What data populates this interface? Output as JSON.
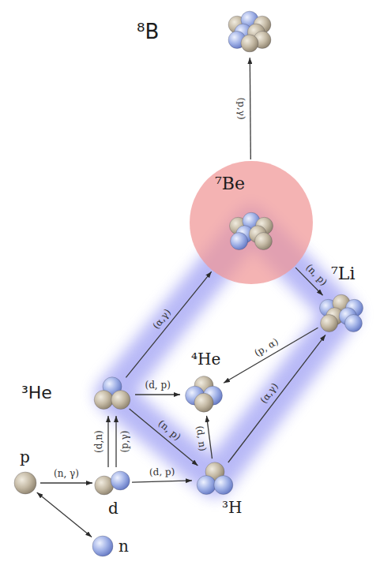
{
  "diagram": {
    "nodes": [
      {
        "text": [
          "⁸B"
        ]
      },
      {
        "text": [
          "⁷Be"
        ]
      },
      {
        "text": [
          "⁷Li"
        ]
      },
      {
        "text": [
          "⁴He"
        ]
      },
      {
        "text": [
          "³He"
        ]
      },
      {
        "text": [
          "³H"
        ]
      },
      {
        "text": [
          "p"
        ]
      },
      {
        "text": [
          "d"
        ]
      },
      {
        "text": [
          "n"
        ]
      }
    ],
    "edges": [
      {
        "from": 1,
        "to": 0,
        "label": "(p,γ)",
        "arrow": "to"
      },
      {
        "from": 4,
        "to": 1,
        "label": "(α,γ)",
        "arrow": "to"
      },
      {
        "from": 1,
        "to": 2,
        "label": "(n, p)",
        "arrow": "to"
      },
      {
        "from": 2,
        "to": 3,
        "label": "(p, α)",
        "arrow": "to"
      },
      {
        "from": 5,
        "to": 2,
        "label": "(α,γ)",
        "arrow": "to"
      },
      {
        "from": 4,
        "to": 3,
        "label": "(d, p)",
        "arrow": "to"
      },
      {
        "from": 4,
        "to": 5,
        "label": "(n, p)",
        "arrow": "to"
      },
      {
        "from": 5,
        "to": 3,
        "label": "(d, n)",
        "arrow": "to"
      },
      {
        "from": 7,
        "to": 4,
        "label": "(d,n)",
        "arrow": "to"
      },
      {
        "from": 7,
        "to": 4,
        "label": "(p,γ)",
        "arrow": "to"
      },
      {
        "from": 6,
        "to": 7,
        "label": "(n, γ)",
        "arrow": "to"
      },
      {
        "from": 7,
        "to": 5,
        "label": "(d, p)",
        "arrow": "to"
      },
      {
        "from": 6,
        "to": 8,
        "arrow": "both"
      }
    ]
  }
}
